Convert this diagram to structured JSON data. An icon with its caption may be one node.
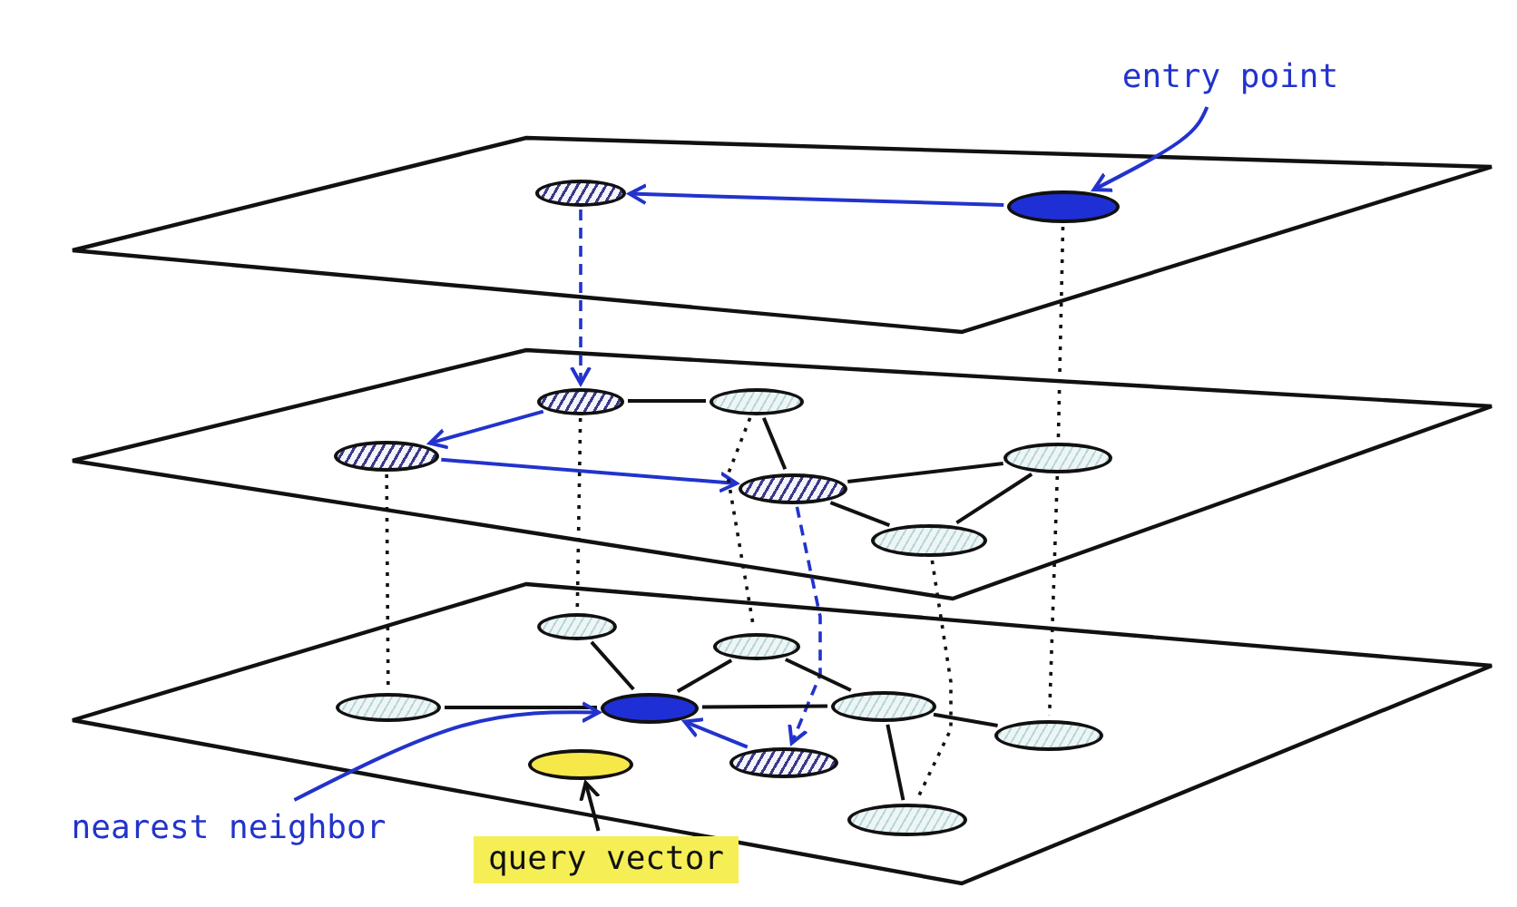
{
  "diagram": {
    "nodes": [
      {
        "text": [
          "entry point"
        ]
      },
      {
        "text": [],
        "shape": "ellipse"
      },
      {
        "text": [],
        "shape": "ellipse"
      },
      {
        "text": [],
        "shape": "ellipse"
      },
      {
        "text": [],
        "shape": "ellipse"
      },
      {
        "text": [],
        "shape": "ellipse"
      },
      {
        "text": [],
        "shape": "ellipse"
      },
      {
        "text": [],
        "shape": "ellipse"
      },
      {
        "text": [],
        "shape": "ellipse"
      },
      {
        "text": [],
        "shape": "ellipse"
      },
      {
        "text": [],
        "shape": "ellipse"
      },
      {
        "text": [],
        "shape": "ellipse"
      },
      {
        "text": [],
        "shape": "ellipse"
      },
      {
        "text": [],
        "shape": "ellipse"
      },
      {
        "text": [],
        "shape": "ellipse"
      },
      {
        "text": [],
        "shape": "ellipse"
      },
      {
        "text": [],
        "shape": "ellipse"
      },
      {
        "text": [],
        "shape": "ellipse"
      },
      {
        "text": [
          "nearest neighbor"
        ]
      },
      {
        "text": [
          "query vector"
        ]
      }
    ],
    "edges": [
      {
        "from": 0,
        "to": 2,
        "arrow": "to",
        "color": "#2233cc"
      },
      {
        "from": 2,
        "to": 1,
        "arrow": "to",
        "color": "#2233cc"
      },
      {
        "from": 1,
        "to": 3,
        "arrow": "to",
        "style": "dashed",
        "color": "#2233cc"
      },
      {
        "from": 2,
        "to": 7,
        "arrow": "none",
        "style": "dashed"
      },
      {
        "from": 3,
        "to": 5,
        "arrow": "to",
        "color": "#2233cc"
      },
      {
        "from": 5,
        "to": 6,
        "arrow": "to",
        "color": "#2233cc"
      },
      {
        "from": 3,
        "to": 4,
        "arrow": "none"
      },
      {
        "from": 4,
        "to": 6,
        "arrow": "none"
      },
      {
        "from": 6,
        "to": 7,
        "arrow": "none"
      },
      {
        "from": 6,
        "to": 8,
        "arrow": "none"
      },
      {
        "from": 7,
        "to": 8,
        "arrow": "none"
      },
      {
        "from": 5,
        "to": 11,
        "arrow": "none",
        "style": "dashed"
      },
      {
        "from": 3,
        "to": 9,
        "arrow": "none",
        "style": "dashed"
      },
      {
        "from": 4,
        "to": 10,
        "arrow": "none",
        "style": "dashed"
      },
      {
        "from": 6,
        "to": 15,
        "arrow": "to",
        "style": "dashed",
        "color": "#2233cc"
      },
      {
        "from": 8,
        "to": 17,
        "arrow": "none",
        "style": "dashed"
      },
      {
        "from": 7,
        "to": 14,
        "arrow": "none",
        "style": "dashed"
      },
      {
        "from": 11,
        "to": 12,
        "arrow": "none"
      },
      {
        "from": 9,
        "to": 12,
        "arrow": "none"
      },
      {
        "from": 12,
        "to": 10,
        "arrow": "none"
      },
      {
        "from": 12,
        "to": 13,
        "arrow": "none"
      },
      {
        "from": 10,
        "to": 13,
        "arrow": "none"
      },
      {
        "from": 13,
        "to": 14,
        "arrow": "none"
      },
      {
        "from": 13,
        "to": 17,
        "arrow": "none"
      },
      {
        "from": 15,
        "to": 12,
        "arrow": "to",
        "color": "#2233cc"
      },
      {
        "from": 18,
        "to": 12,
        "arrow": "to",
        "color": "#2233cc"
      },
      {
        "from": 19,
        "to": 16,
        "arrow": "to"
      }
    ]
  }
}
